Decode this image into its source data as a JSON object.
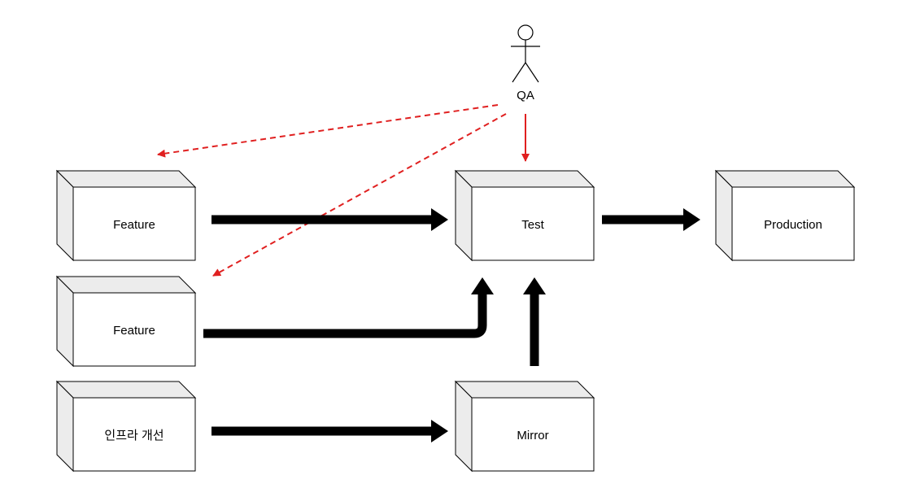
{
  "actor": {
    "label": "QA"
  },
  "boxes": {
    "feature_1": "Feature",
    "feature_2": "Feature",
    "infra": "인프라 개선",
    "test": "Test",
    "production": "Production",
    "mirror": "Mirror"
  },
  "colors": {
    "primary_arrow": "#000000",
    "qa_arrow": "#e02020",
    "box_front": "#ffffff",
    "box_side": "#ececec",
    "box_stroke": "#000000"
  }
}
